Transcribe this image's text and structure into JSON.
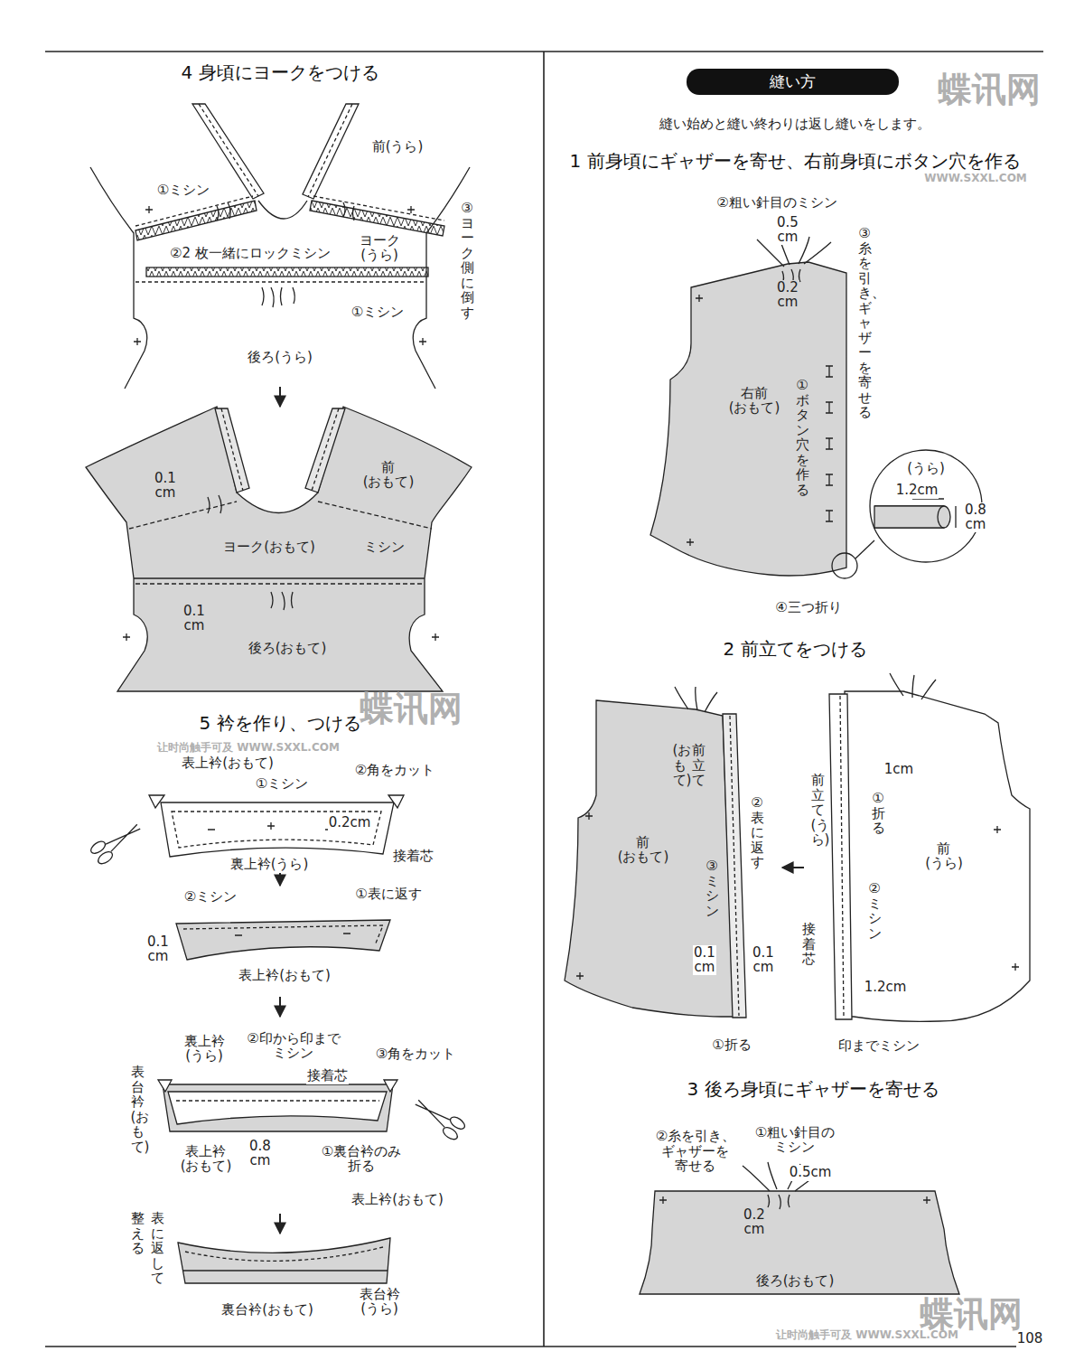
{
  "diagram": {
    "nodes": [
      {
        "text": [
          "縫い方"
        ]
      }
    ],
    "labels": [
      "4 身頃にヨークをつける",
      "前(うら)",
      "①ミシン",
      "③ヨーク側に倒す",
      "ヨーク (うら)",
      "②2 枚一緒にロックミシン",
      "①ミシン",
      "後ろ(うら)",
      "0.1 cm",
      "前 (おもて)",
      "ヨーク(おもて)",
      "ミシン",
      "0.1 cm",
      "後ろ(おもて)",
      "5 衿を作り、つける",
      "表上衿(おもて)",
      "①ミシン",
      "②角をカット",
      "0.2cm",
      "裏上衿(うら)",
      "接着芯",
      "②ミシン",
      "①表に返す",
      "0.1 cm",
      "表上衿(おもて)",
      "②印から印まで ミシン",
      "裏上衿 (うら)",
      "③角をカット",
      "接着芯",
      "表台衿(おもて)",
      "表上衿 (おもて)",
      "0.8 cm",
      "①裏台衿のみ 折る",
      "表に返して",
      "整える",
      "表上衿(おもて)",
      "裏台衿(おもて)",
      "表台衿 (うら)",
      "縫い始めと縫い終わりは返し縫いをします。",
      "1 前身頃にギャザーを寄せ、右前身頃にボタン穴を作る",
      "②粗い針目のミシン",
      "0.5 cm",
      "③糸を引き、ギャザーを寄せる",
      "0.2 cm",
      "右前 (おもて)",
      "①ボタン穴を作る",
      "(うら)",
      "1.2cm",
      "0.8 cm",
      "④三つ折り",
      "2 前立てをつける",
      "前立て",
      "(おもて)",
      "②表に返す",
      "前 (おもて)",
      "③ミシン",
      "0.1 cm",
      "0.1 cm",
      "①折る",
      "1cm",
      "前立て(うら)",
      "①折る",
      "前 (うら)",
      "②ミシン",
      "接着芯",
      "1.2cm",
      "印までミシン",
      "3 後ろ身頃にギャザーを寄せる",
      "②糸を引き、 ギャザーを 寄せる",
      "①粗い針目の ミシン",
      "0.5cm",
      "0.2 cm",
      "後ろ(おもて)",
      "108",
      "蝶讯网",
      "WWW.SXXL.COM",
      "蝶讯网",
      "让时尚触手可及 WWW.SXXL.COM",
      "蝶讯网",
      "让时尚触手可及 WWW.SXXL.COM"
    ]
  }
}
